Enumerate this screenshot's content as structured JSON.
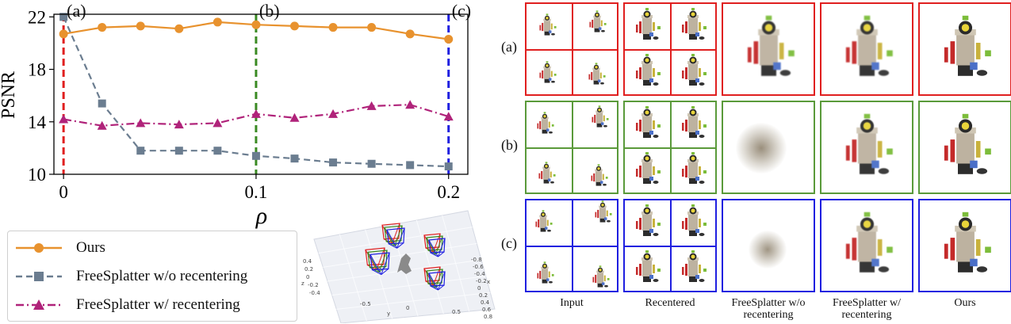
{
  "chart_data": {
    "type": "line",
    "xlabel": "ρ",
    "ylabel": "PSNR",
    "xlim": [
      -0.005,
      0.21
    ],
    "ylim": [
      10,
      22.2
    ],
    "x_ticks": [
      "0",
      "0.1",
      "0.2"
    ],
    "y_ticks": [
      "10",
      "14",
      "18",
      "22"
    ],
    "x": [
      0,
      0.02,
      0.04,
      0.06,
      0.08,
      0.1,
      0.12,
      0.14,
      0.16,
      0.18,
      0.2
    ],
    "series": [
      {
        "name": "Ours",
        "color": "#e8922e",
        "marker": "circle",
        "line": "solid",
        "values": [
          20.7,
          21.2,
          21.3,
          21.1,
          21.6,
          21.4,
          21.3,
          21.2,
          21.2,
          20.7,
          20.3
        ]
      },
      {
        "name": "FreeSplatter w/o recentering",
        "color": "#6b7d90",
        "marker": "square",
        "line": "dashed",
        "values": [
          22.0,
          15.4,
          11.8,
          11.8,
          11.8,
          11.4,
          11.2,
          10.9,
          10.8,
          10.7,
          10.6
        ]
      },
      {
        "name": "FreeSplatter w/ recentering",
        "color": "#b0237a",
        "marker": "triangle",
        "line": "dashdot",
        "values": [
          14.2,
          13.7,
          13.9,
          13.8,
          13.9,
          14.6,
          14.3,
          14.6,
          15.2,
          15.3,
          14.4
        ]
      }
    ],
    "vlines": [
      {
        "x": 0,
        "color": "#e01f1f",
        "label": "(a)"
      },
      {
        "x": 0.1,
        "color": "#3a8a22",
        "label": "(b)"
      },
      {
        "x": 0.2,
        "color": "#1f1fe0",
        "label": "(c)"
      }
    ],
    "legend_placement": "below"
  },
  "inset_3d": {
    "z_ticks": [
      "0.4",
      "0.2",
      "0",
      "-0.2",
      "-0.4"
    ],
    "y_ticks": [
      "-0.5",
      "0",
      "0.5"
    ],
    "x_ticks": [
      "-0.8",
      "-0.6",
      "-0.4",
      "-0.2",
      "0",
      "0.2",
      "0.4",
      "0.6",
      "0.8"
    ],
    "z_axis": "z",
    "y_axis": "y",
    "x_axis": "x"
  },
  "grid": {
    "rows": [
      {
        "label": "(a)",
        "color": "#e01f1f"
      },
      {
        "label": "(b)",
        "color": "#5a9a3a"
      },
      {
        "label": "(c)",
        "color": "#1f1fe0"
      }
    ],
    "columns": [
      {
        "label": "Input"
      },
      {
        "label": "Recentered"
      },
      {
        "label": "FreeSplatter w/o recentering"
      },
      {
        "label": "FreeSplatter w/ recentering"
      },
      {
        "label": "Ours"
      }
    ]
  }
}
